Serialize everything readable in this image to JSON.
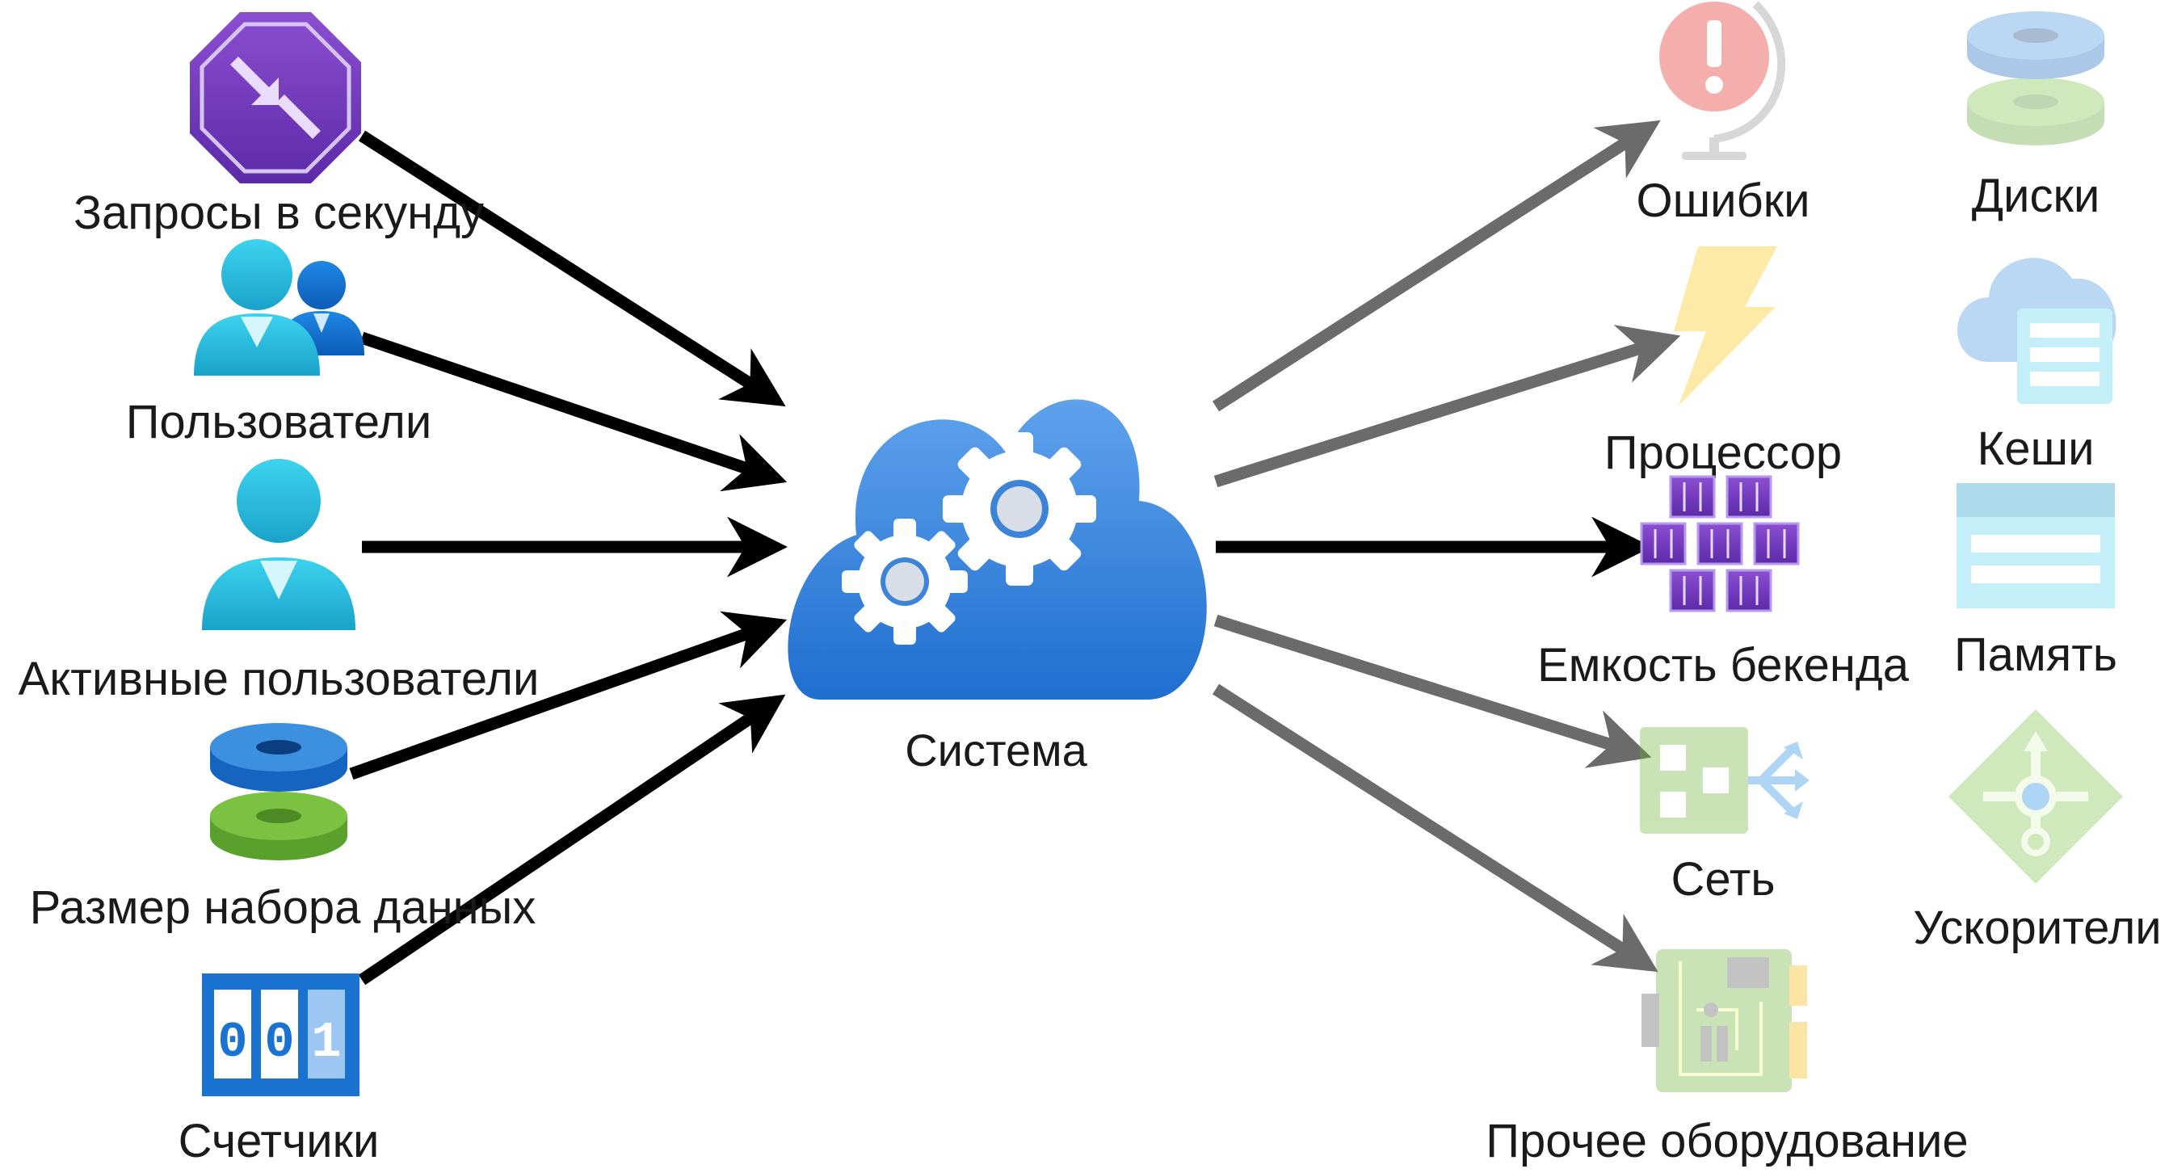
{
  "center": {
    "label": "Система"
  },
  "inputs": [
    {
      "label": "Запросы в секунду",
      "icon": "rate-limit-icon"
    },
    {
      "label": "Пользователи",
      "icon": "users-icon"
    },
    {
      "label": "Активные пользователи",
      "icon": "user-icon"
    },
    {
      "label": "Размер набора данных",
      "icon": "dataset-disks-icon"
    },
    {
      "label": "Счетчики",
      "icon": "counter-001-icon"
    }
  ],
  "outputs_primary": [
    {
      "label": "Ошибки",
      "icon": "error-globe-icon",
      "faded": true
    },
    {
      "label": "Процессор",
      "icon": "lightning-icon",
      "faded": true
    },
    {
      "label": "Емкость бекенда",
      "icon": "containers-icon",
      "faded": false
    },
    {
      "label": "Сеть",
      "icon": "network-switch-icon",
      "faded": true
    },
    {
      "label": "Прочее оборудование",
      "icon": "circuit-board-icon",
      "faded": true
    }
  ],
  "outputs_secondary": [
    {
      "label": "Диски",
      "icon": "disks-icon"
    },
    {
      "label": "Кеши",
      "icon": "cloud-cache-icon"
    },
    {
      "label": "Память",
      "icon": "memory-icon"
    },
    {
      "label": "Ускорители",
      "icon": "accelerator-icon"
    }
  ],
  "colors": {
    "input_arrow": "#000000",
    "output_arrow_faded": "#6b6b6b",
    "output_arrow_active": "#000000",
    "cloud_top": "#5ea2ec",
    "cloud_bottom": "#1f6fd0"
  }
}
